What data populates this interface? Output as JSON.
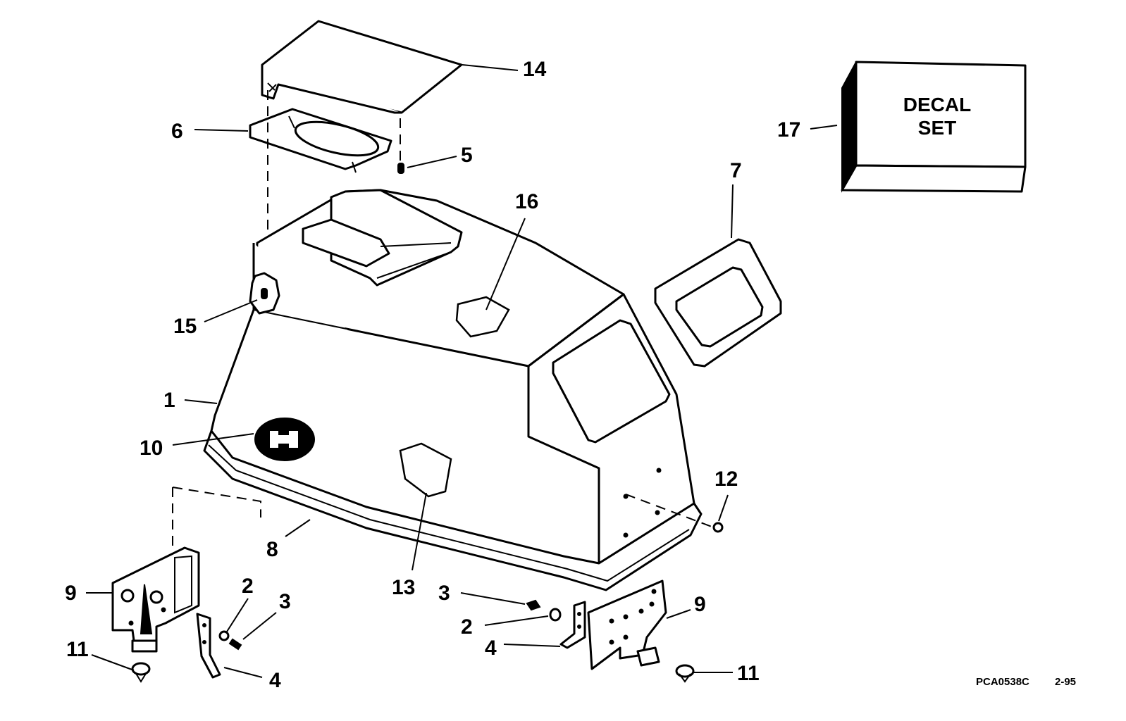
{
  "decal_box": {
    "line1": "DECAL",
    "line2": "SET"
  },
  "footer": {
    "drawing_code": "PCA0538C",
    "revision": "2-95"
  },
  "callouts": {
    "c1": "1",
    "c2a": "2",
    "c2b": "2",
    "c3a": "3",
    "c3b": "3",
    "c4a": "4",
    "c4b": "4",
    "c5": "5",
    "c6": "6",
    "c7": "7",
    "c8": "8",
    "c9a": "9",
    "c9b": "9",
    "c10": "10",
    "c11a": "11",
    "c11b": "11",
    "c12": "12",
    "c13": "13",
    "c14": "14",
    "c15": "15",
    "c16": "16",
    "c17": "17"
  }
}
